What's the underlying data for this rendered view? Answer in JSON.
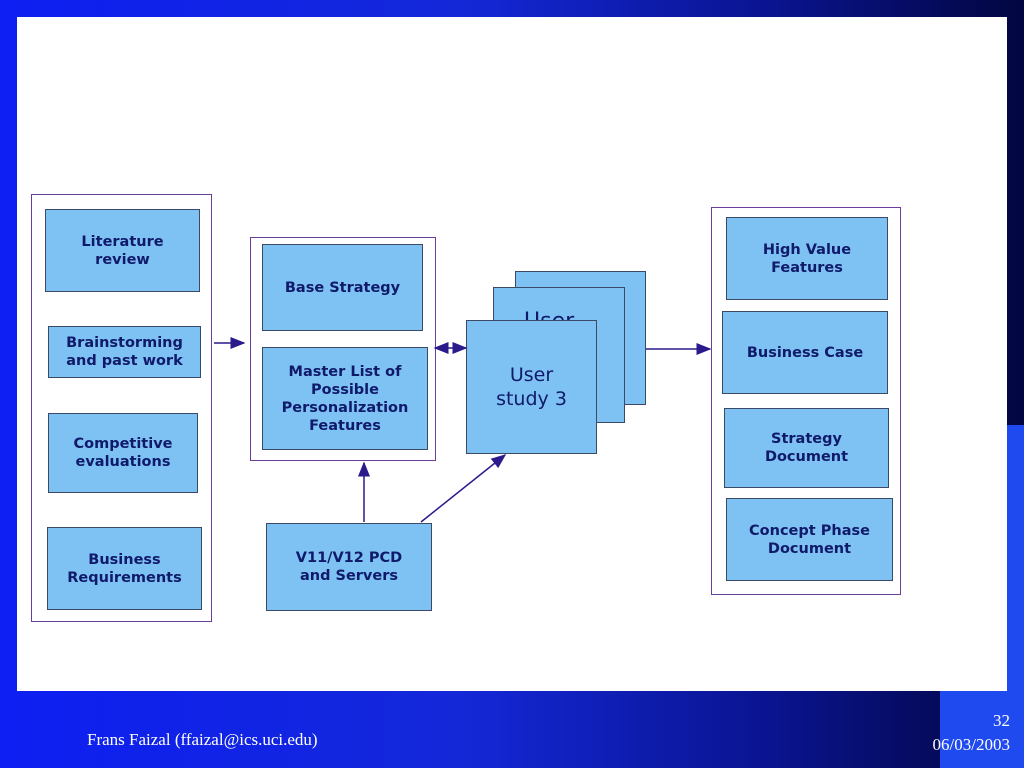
{
  "left_group": {
    "items": [
      "Literature\nreview",
      "Brainstorming\nand past work",
      "Competitive\nevaluations",
      "Business\nRequirements"
    ]
  },
  "middle_group": {
    "base_strategy": "Base Strategy",
    "master_list": "Master List of\nPossible\nPersonalization\nFeatures"
  },
  "user_studies": {
    "back_label": "User",
    "front_label": "User\nstudy 3"
  },
  "source_box": "V11/V12 PCD\nand Servers",
  "right_group": {
    "items": [
      "High Value\nFeatures",
      "Business Case",
      "Strategy\nDocument",
      "Concept Phase\nDocument"
    ]
  },
  "colors": {
    "box_fill": "#7ec1f3",
    "arrow": "#2a1a8c",
    "group_border": "#6a3d9a"
  },
  "footer": {
    "author": "Frans Faizal (ffaizal@ics.uci.edu)",
    "page_number": "32",
    "date": "06/03/2003"
  }
}
